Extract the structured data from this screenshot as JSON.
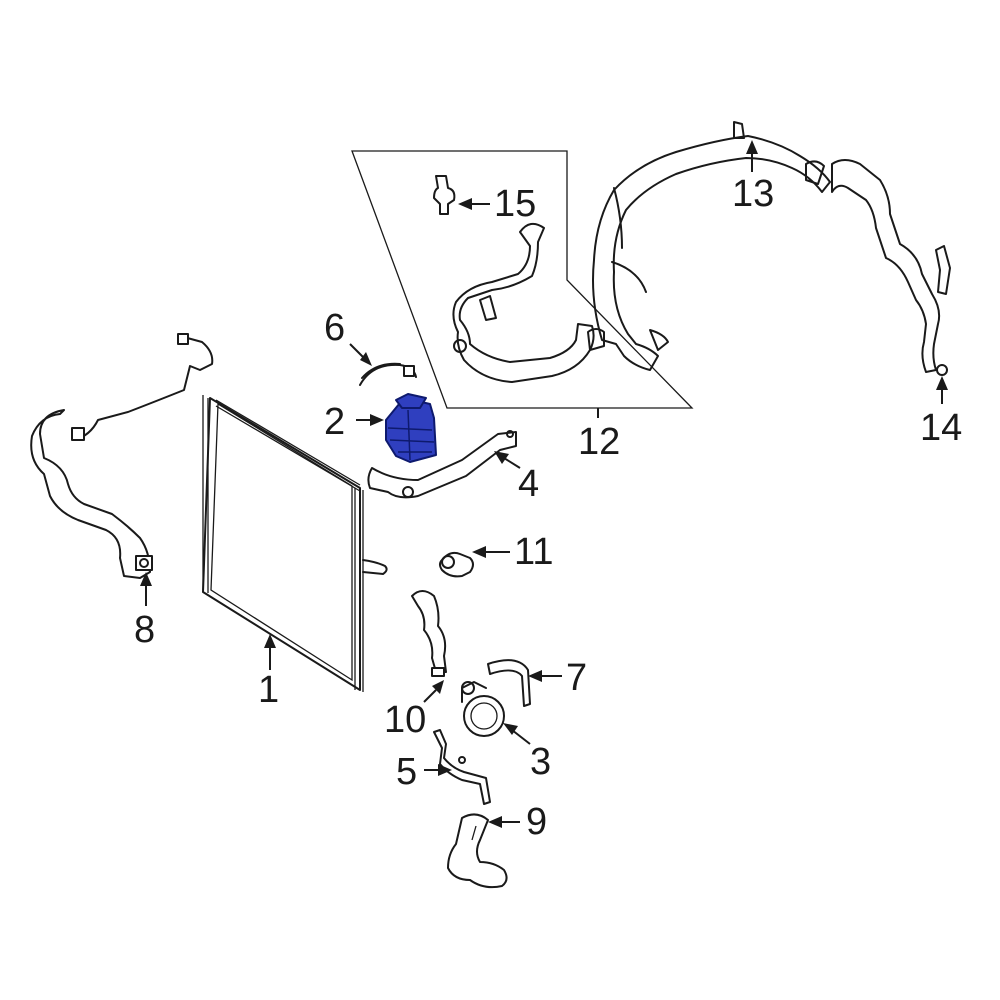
{
  "callouts": {
    "c1": "1",
    "c2": "2",
    "c3": "3",
    "c4": "4",
    "c5": "5",
    "c6": "6",
    "c7": "7",
    "c8": "8",
    "c9": "9",
    "c10": "10",
    "c11": "11",
    "c12": "12",
    "c13": "13",
    "c14": "14",
    "c15": "15"
  },
  "colors": {
    "highlight": "#2f3fbf",
    "line": "#1a1a1a",
    "background": "#ffffff"
  },
  "highlighted_part": "2"
}
